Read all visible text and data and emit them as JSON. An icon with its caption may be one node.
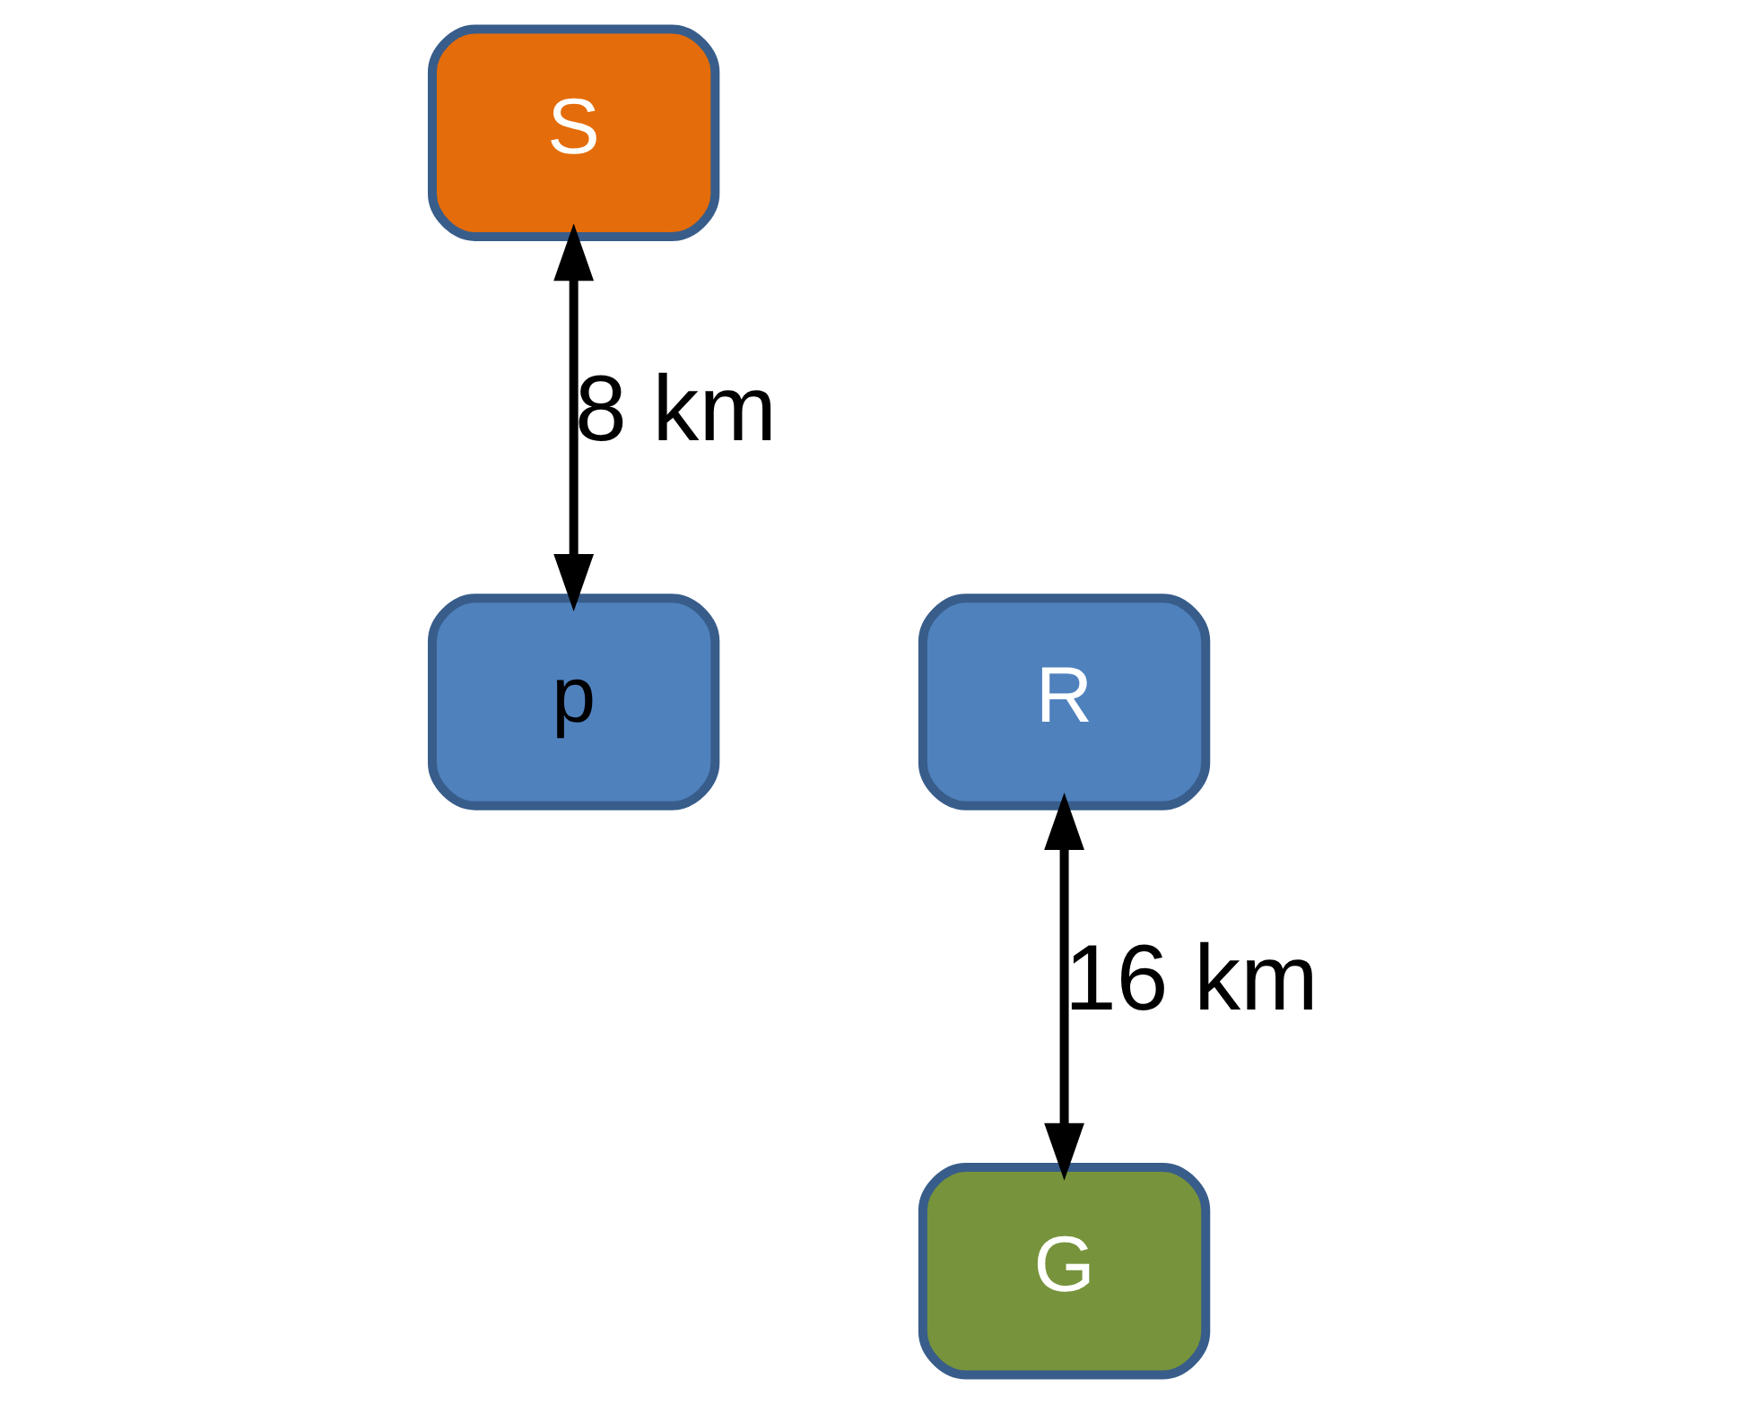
{
  "diagram": {
    "nodes": [
      {
        "text": [
          "S"
        ]
      },
      {
        "text": [
          "p"
        ]
      },
      {
        "text": [
          "R"
        ]
      },
      {
        "text": [
          "G"
        ]
      }
    ],
    "edges": [
      {
        "from": 0,
        "to": 1,
        "arrow": "both",
        "label": "8 km"
      },
      {
        "from": 2,
        "to": 3,
        "arrow": "both",
        "label": "16 km"
      }
    ]
  }
}
